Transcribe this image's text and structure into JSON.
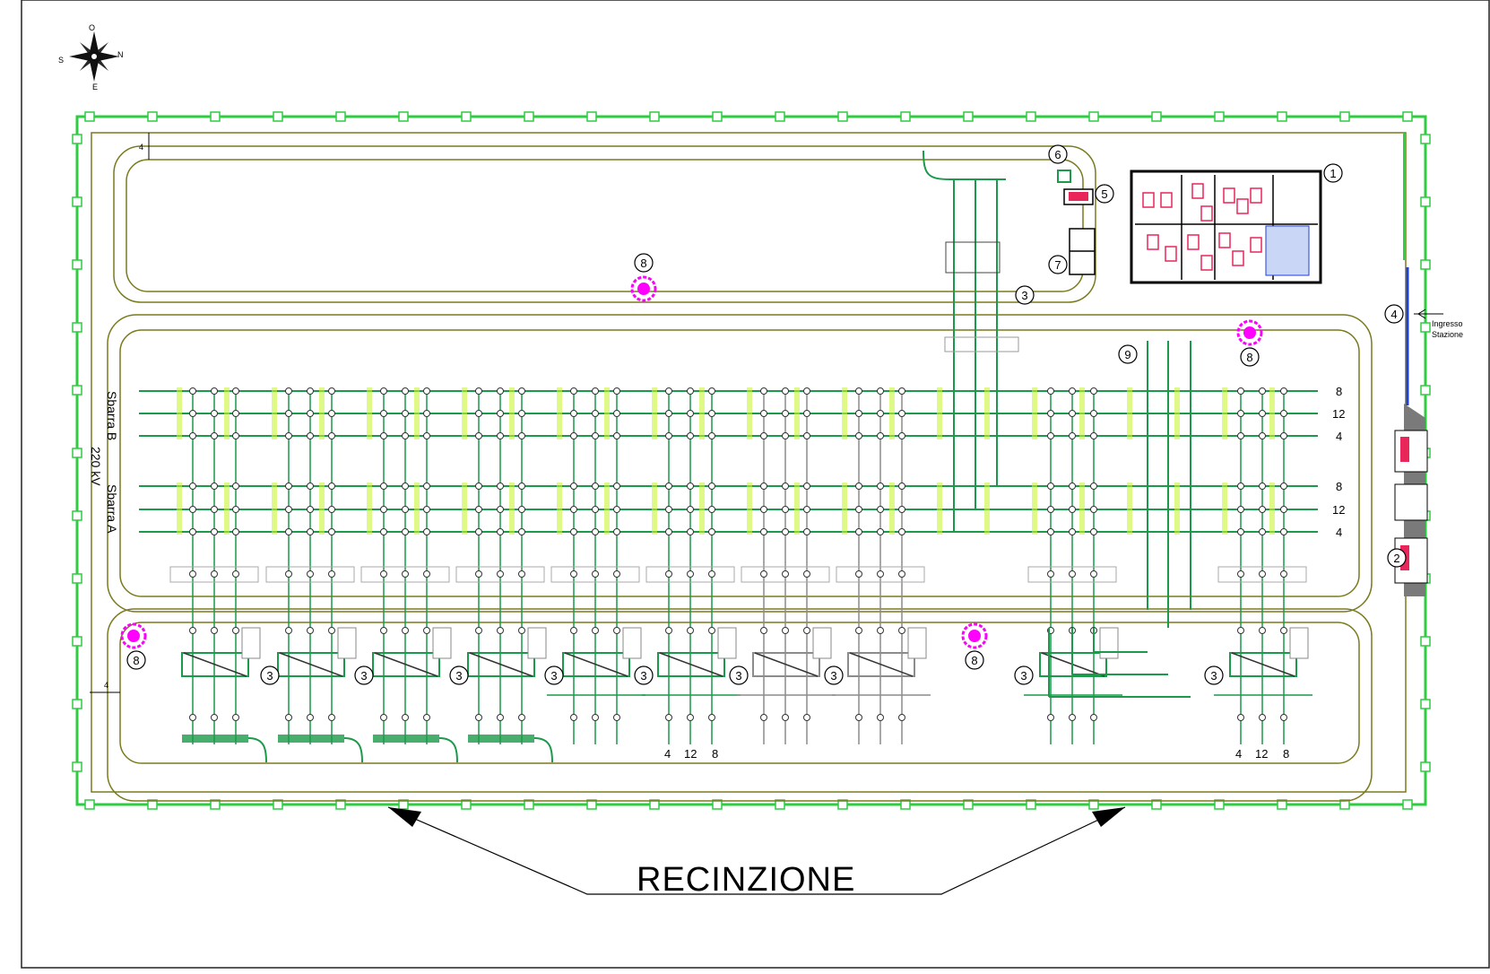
{
  "drawing": {
    "caption": "RECINZIONE",
    "compass": {
      "north": "N",
      "south": "S",
      "east": "E",
      "west": "O"
    },
    "busbar_b": "Sbarra B",
    "busbar_a": "Sbarra A",
    "voltage": "220 kV",
    "entrance": {
      "line1": "Ingresso",
      "line2": "Stazione"
    },
    "road_width": "4",
    "feeder_numbers": {
      "top": [
        "8",
        "12",
        "4"
      ],
      "bottom": [
        "8",
        "12",
        "4"
      ]
    },
    "bay_labels": {
      "left": [
        "4",
        "12",
        "8"
      ],
      "right": [
        "4",
        "12",
        "8"
      ]
    },
    "markers": [
      "1",
      "2",
      "3",
      "4",
      "5",
      "6",
      "7",
      "8",
      "9"
    ],
    "colors": {
      "fence": "#2ecc40",
      "road": "#7a7a1e",
      "busbar": "#1a9a4a",
      "lighting_tower": "#ff00ff",
      "existing_equipment": "#8c8c8c",
      "building_fixtures": "#e8265a",
      "entrance_line": "#1f3fd6"
    }
  }
}
